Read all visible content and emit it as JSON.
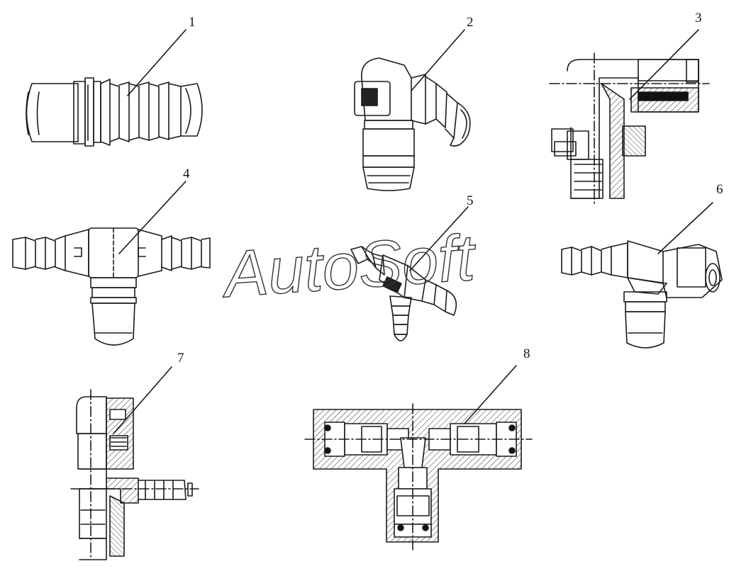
{
  "callouts": [
    "1",
    "2",
    "3",
    "4",
    "5",
    "6",
    "7",
    "8"
  ],
  "watermark": "AutoSoft",
  "colors": {
    "stroke": "#1a1a1a",
    "hatch": "#444444",
    "background": "#ffffff"
  }
}
